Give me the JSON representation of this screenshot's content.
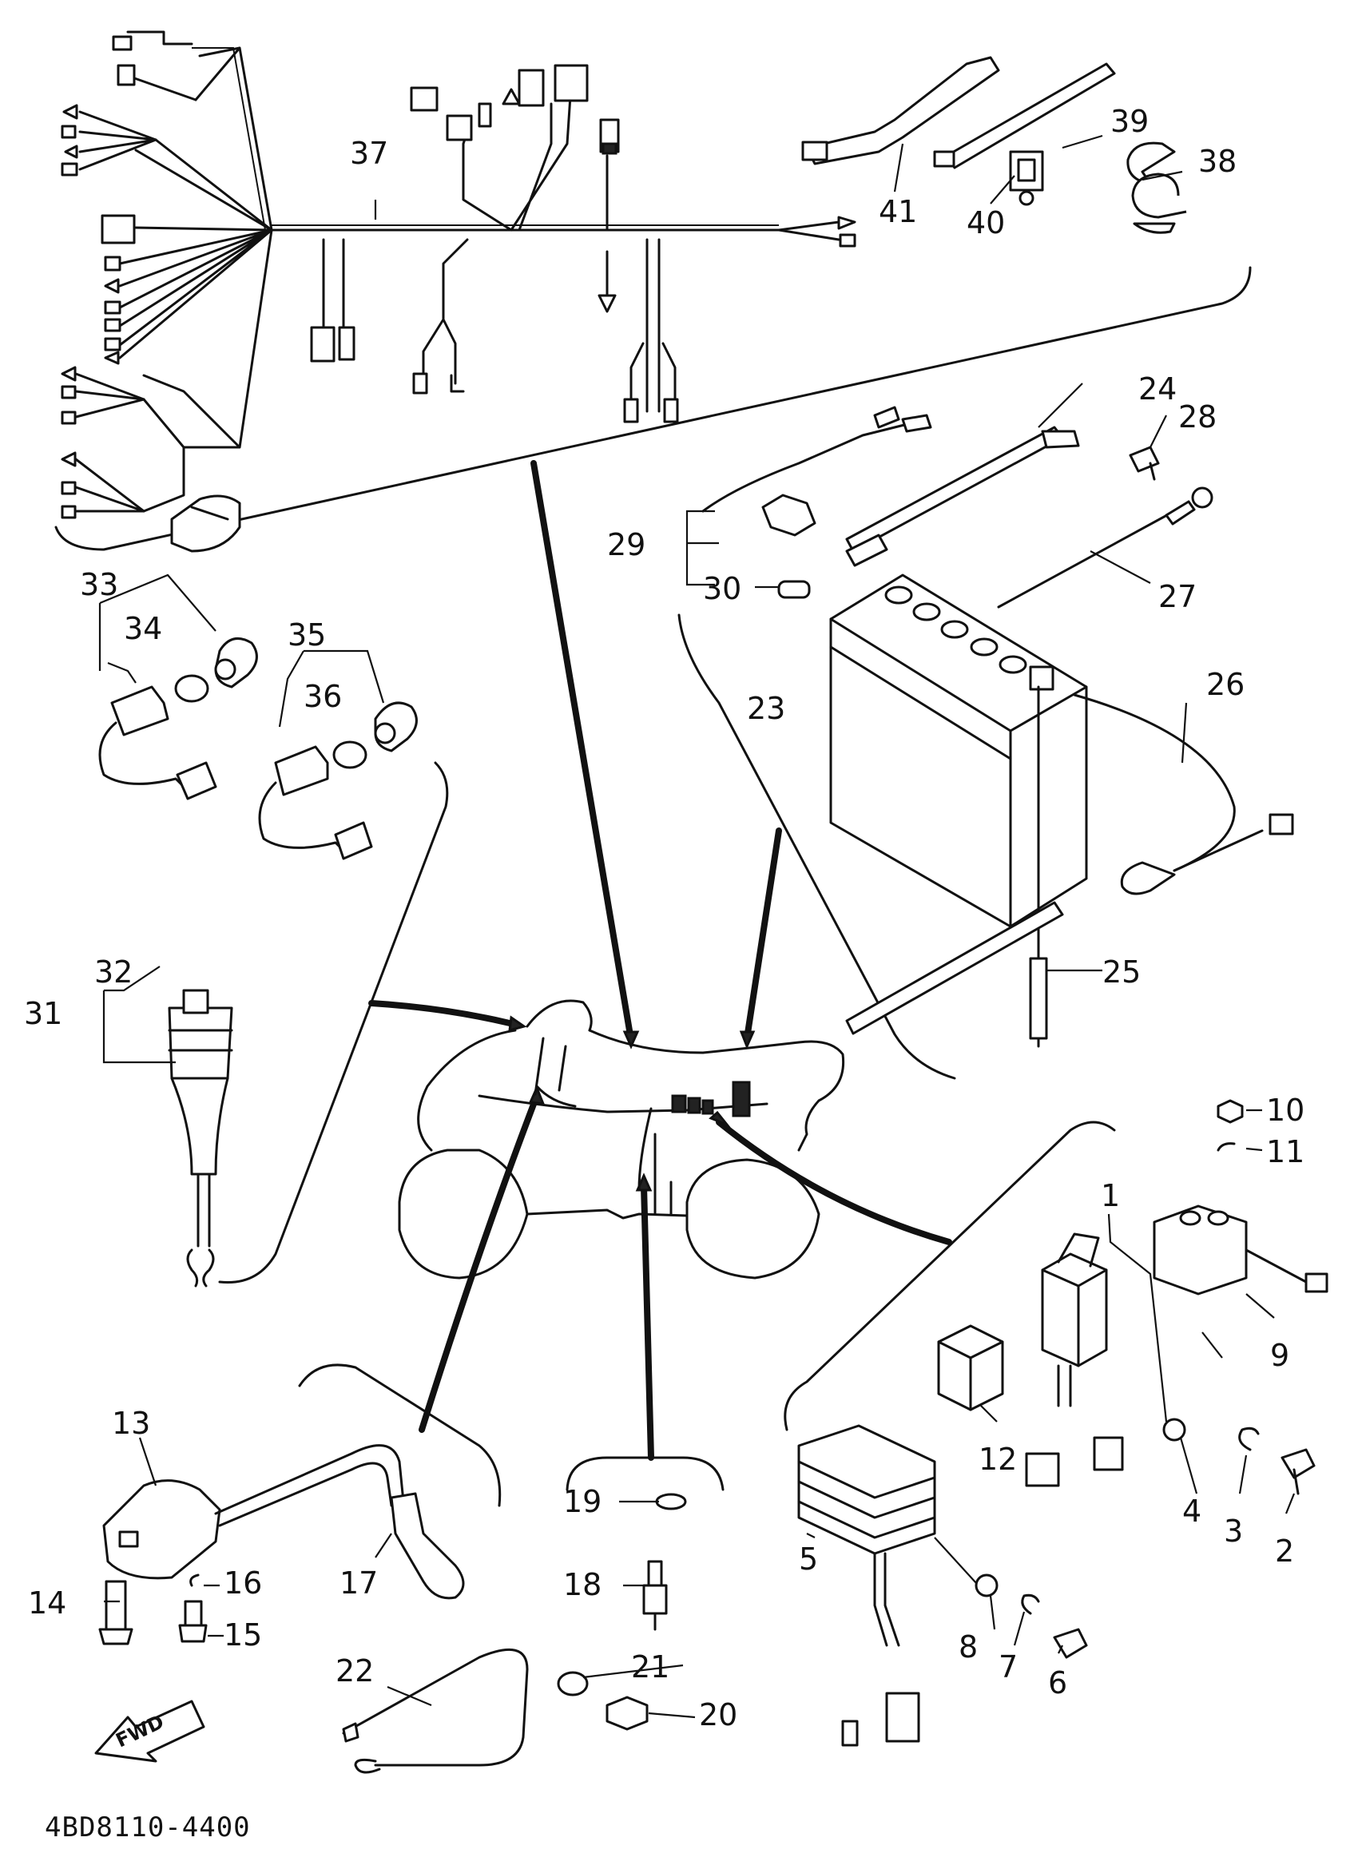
{
  "diagram": {
    "code": "4BD8110-4400",
    "fwd_label": "FWD",
    "callouts": [
      "1",
      "2",
      "3",
      "4",
      "5",
      "6",
      "7",
      "8",
      "9",
      "10",
      "11",
      "12",
      "13",
      "14",
      "15",
      "16",
      "17",
      "18",
      "19",
      "20",
      "21",
      "22",
      "23",
      "24",
      "25",
      "26",
      "27",
      "28",
      "29",
      "30",
      "31",
      "32",
      "33",
      "34",
      "35",
      "36",
      "37",
      "38",
      "39",
      "40",
      "41"
    ]
  }
}
